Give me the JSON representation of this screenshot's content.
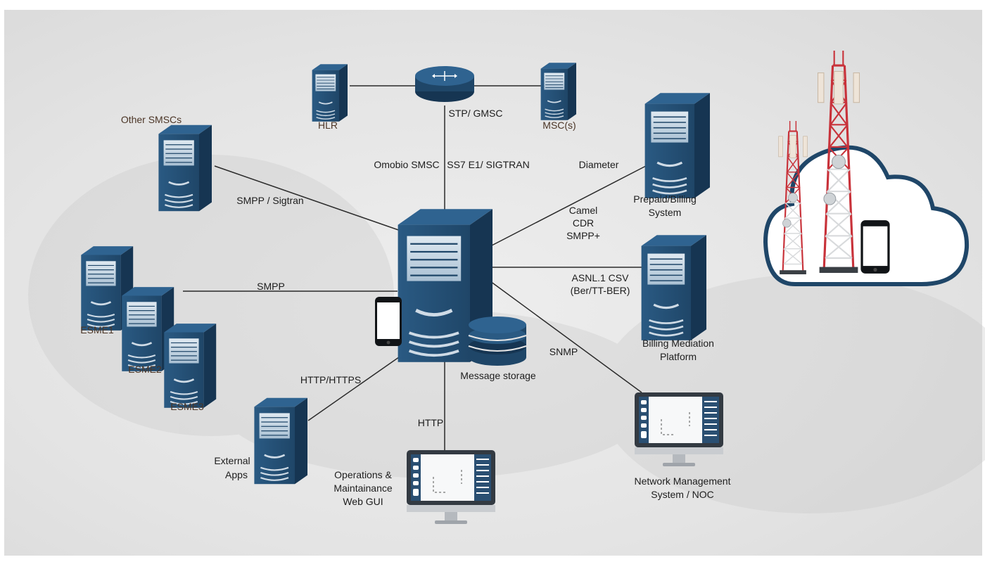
{
  "nodes": {
    "hlr": "HLR",
    "stp_gmsc": "STP/ GMSC",
    "msc": "MSC(s)",
    "other_smscs": "Other SMSCs",
    "prepaid_line1": "Prepaid/Billing",
    "prepaid_line2": "System",
    "esme1": "ESME1",
    "esme2": "ESME2",
    "esme3": "ESME3",
    "billing_mediation_line1": "Billing Mediation",
    "billing_mediation_line2": "Platform",
    "message_storage": "Message storage",
    "external_apps_line1": "External",
    "external_apps_line2": "Apps",
    "ops_gui_line1": "Operations &",
    "ops_gui_line2": "Maintainance",
    "ops_gui_line3": "Web GUI",
    "nms_line1": "Network Management",
    "nms_line2": "System / NOC"
  },
  "links": {
    "omobio_smsc": "Omobio SMSC",
    "ss7": "SS7 E1/ SIGTRAN",
    "diameter": "Diameter",
    "smpp_sigtran": "SMPP / Sigtran",
    "camel": "Camel",
    "cdr": "CDR",
    "smpp_plus": "SMPP+",
    "smpp": "SMPP",
    "asnl_line1": "ASNL.1 CSV",
    "asnl_line2": "(Ber/TT-BER)",
    "snmp": "SNMP",
    "http_https": "HTTP/HTTPS",
    "http": "HTTP"
  },
  "colors": {
    "server_navy": "#1f4668",
    "server_dark": "#163552",
    "tower_red": "#c8323a",
    "cloud_outline": "#1f4668"
  }
}
